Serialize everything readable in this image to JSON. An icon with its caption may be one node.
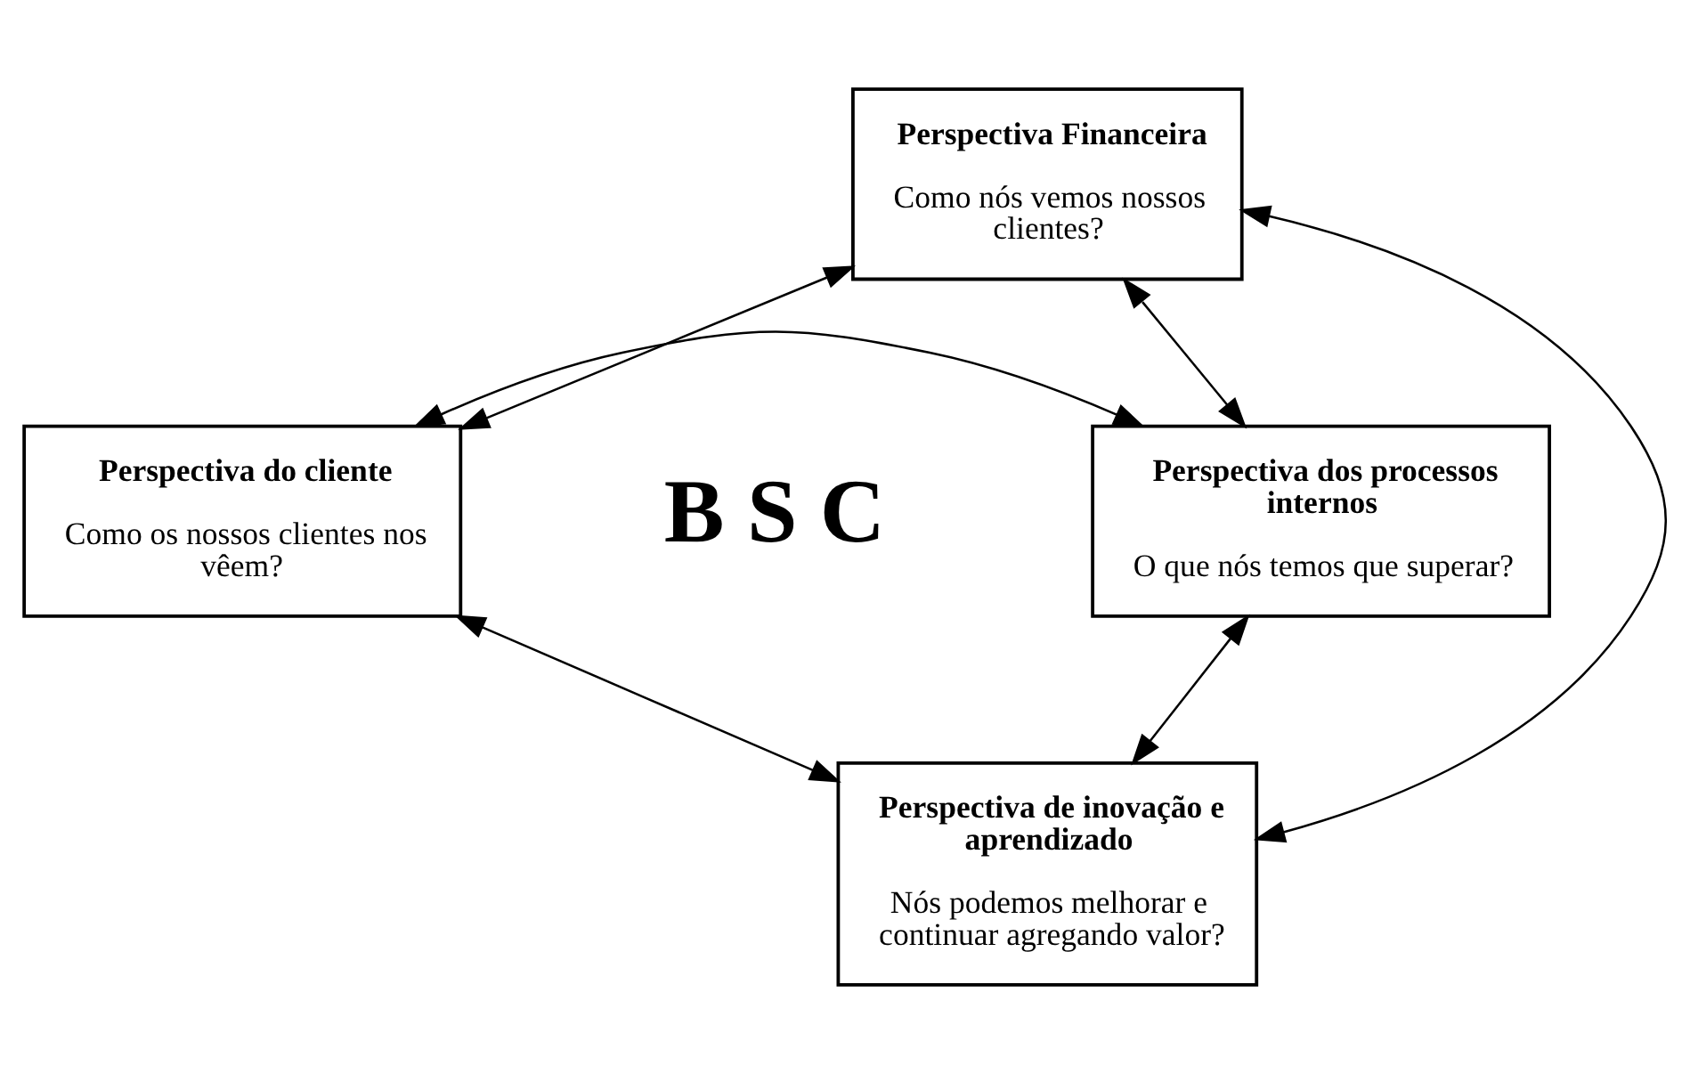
{
  "diagram": {
    "nodes": [
      {
        "text": [
          "Perspectiva Financeira",
          "Como nós vemos nossos clientes?"
        ]
      },
      {
        "text": [
          "Perspectiva do cliente",
          "Como os nossos clientes nos vêem?"
        ]
      },
      {
        "text": [
          "Perspectiva dos processos internos",
          "O que nós temos que superar?"
        ]
      },
      {
        "text": [
          "Perspectiva de inovação e aprendizado",
          "Nós podemos melhorar e continuar agregando valor?"
        ]
      }
    ],
    "edges": [
      {
        "from": 0,
        "to": 1,
        "arrow": "both"
      },
      {
        "from": 0,
        "to": 2,
        "arrow": "both"
      },
      {
        "from": 1,
        "to": 2,
        "arrow": "both"
      },
      {
        "from": 0,
        "to": 3,
        "arrow": "both"
      },
      {
        "from": 1,
        "to": 3,
        "arrow": "both"
      },
      {
        "from": 2,
        "to": 3,
        "arrow": "both"
      }
    ],
    "labels": [
      "B S C"
    ]
  }
}
